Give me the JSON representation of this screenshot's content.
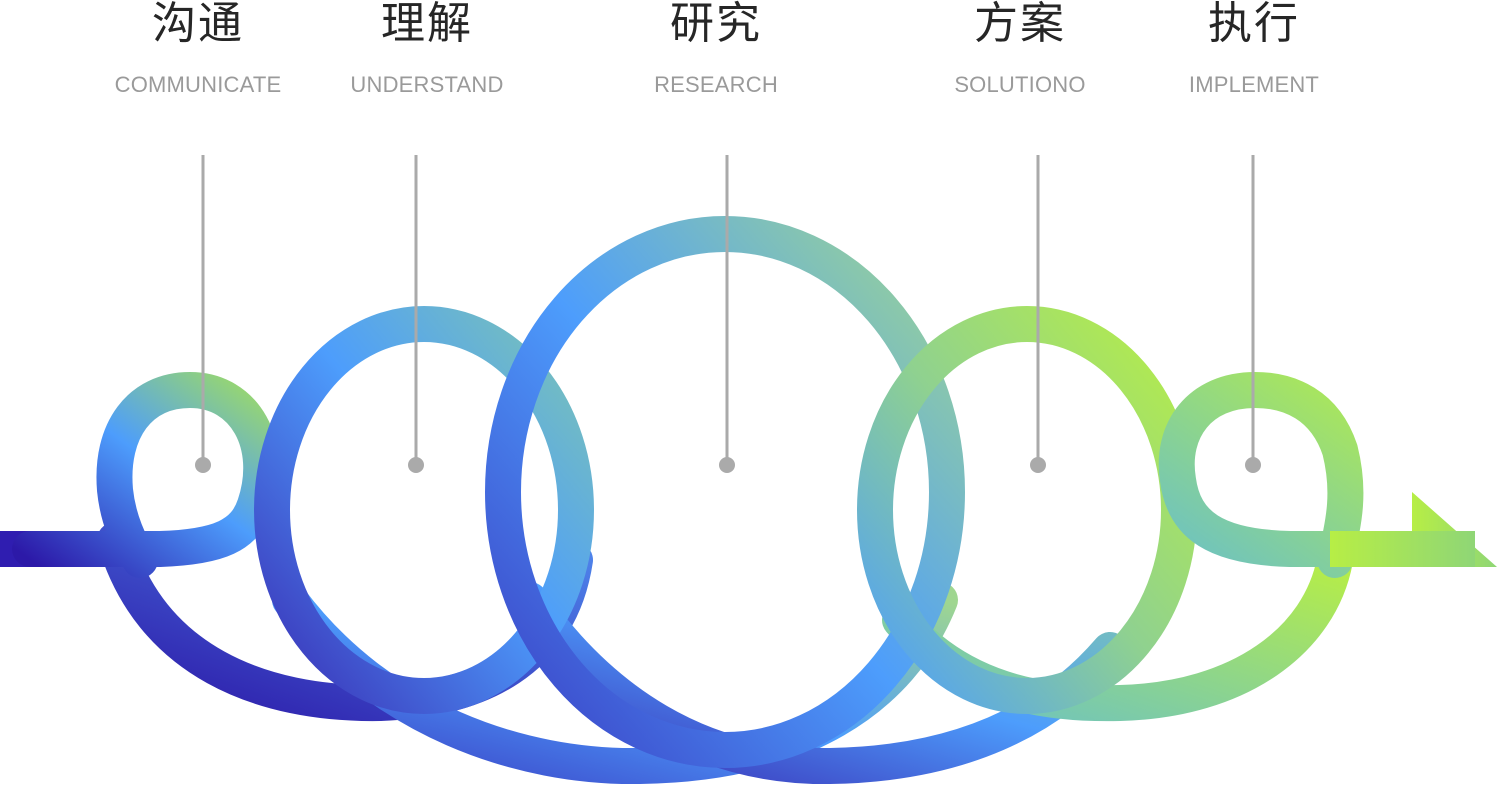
{
  "steps": [
    {
      "title": "沟通",
      "subtitle": "COMMUNICATE"
    },
    {
      "title": "理解",
      "subtitle": "UNDERSTAND"
    },
    {
      "title": "研究",
      "subtitle": "RESEARCH"
    },
    {
      "title": "方案",
      "subtitle": "SOLUTIONO"
    },
    {
      "title": "执行",
      "subtitle": "IMPLEMENT"
    }
  ],
  "colors": {
    "title": "#262626",
    "subtitle": "#9a9a9a",
    "marker": "#aaaaaa",
    "gradient_start": "#2c19a8",
    "gradient_mid": "#4d9dfc",
    "gradient_end": "#b7ee45"
  }
}
